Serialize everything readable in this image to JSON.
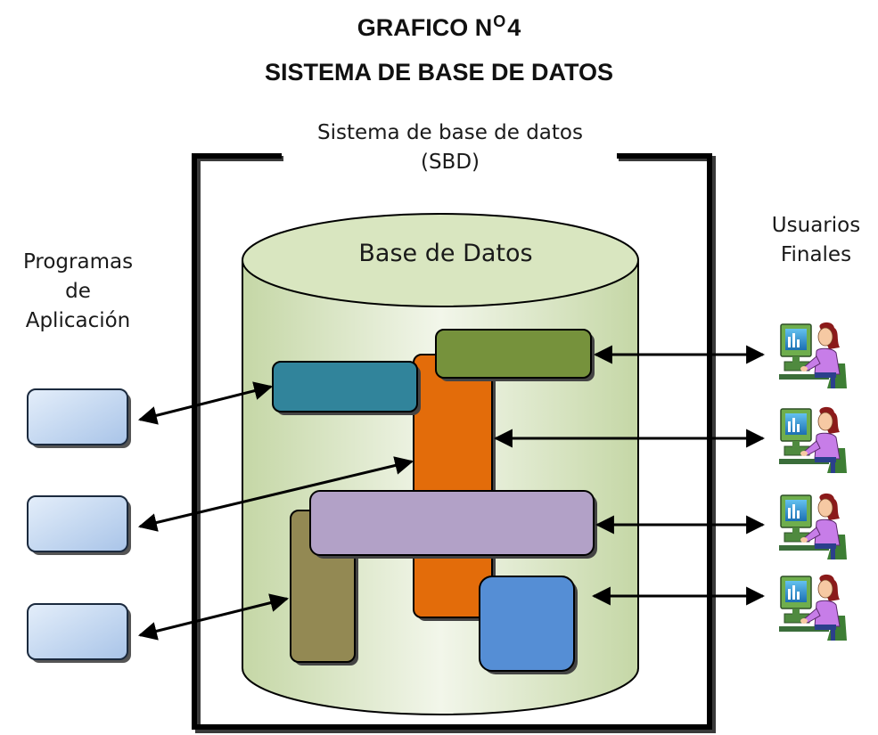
{
  "header": {
    "title_prefix": "GRAFICO N",
    "title_sup": "O",
    "title_suffix": "4",
    "subtitle": "SISTEMA DE BASE DE DATOS"
  },
  "labels": {
    "system_line1": "Sistema de base de datos",
    "system_line2": "(SBD)",
    "database": "Base de Datos",
    "programs_line1": "Programas",
    "programs_line2": "de",
    "programs_line3": "Aplicación",
    "users_line1": "Usuarios",
    "users_line2": "Finales"
  },
  "colors": {
    "frame": "#000000",
    "cylinder_fill": "#d4e2bc",
    "cylinder_top": "#d9e6c0",
    "block_teal": "#31849b",
    "block_green": "#76923c",
    "block_orange": "#e36c0a",
    "block_purple": "#b2a1c7",
    "block_olive": "#938953",
    "block_blue": "#558ed5",
    "program_box": "#c6d9f1",
    "arrow": "#000000"
  },
  "icons": {
    "application_program": "rounded-box",
    "end_user": "computer-user-icon"
  }
}
